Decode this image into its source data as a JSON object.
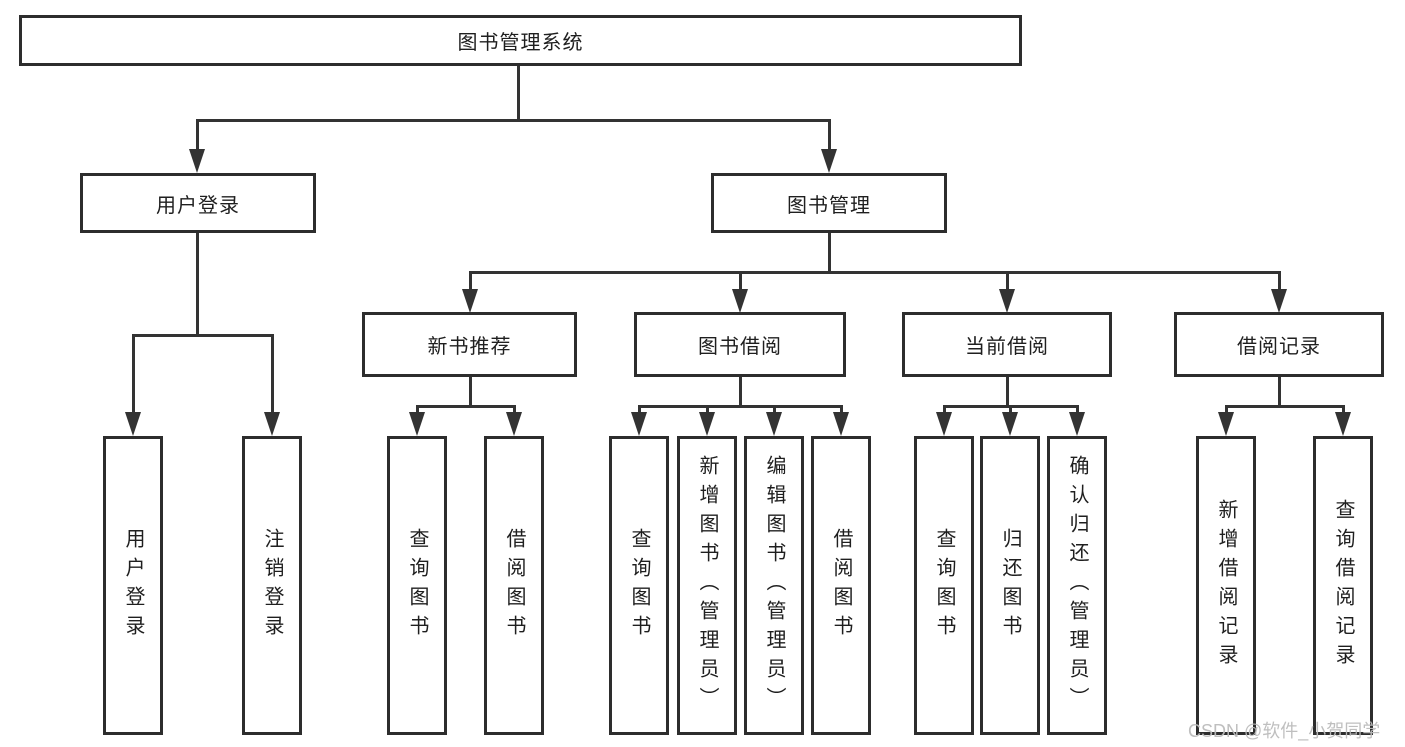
{
  "diagram": {
    "root": {
      "label": "图书管理系统"
    },
    "level2": [
      {
        "label": "用户登录"
      },
      {
        "label": "图书管理"
      }
    ],
    "level3": [
      {
        "label": "新书推荐",
        "parent": "图书管理"
      },
      {
        "label": "图书借阅",
        "parent": "图书管理"
      },
      {
        "label": "当前借阅",
        "parent": "图书管理"
      },
      {
        "label": "借阅记录",
        "parent": "图书管理"
      }
    ],
    "leaves": [
      {
        "label": "用户登录",
        "parent": "用户登录"
      },
      {
        "label": "注销登录",
        "parent": "用户登录"
      },
      {
        "label": "查询图书",
        "parent": "新书推荐"
      },
      {
        "label": "借阅图书",
        "parent": "新书推荐"
      },
      {
        "label": "查询图书",
        "parent": "图书借阅"
      },
      {
        "label": "新增图书（管理员）",
        "parent": "图书借阅"
      },
      {
        "label": "编辑图书（管理员）",
        "parent": "图书借阅"
      },
      {
        "label": "借阅图书",
        "parent": "图书借阅"
      },
      {
        "label": "查询图书",
        "parent": "当前借阅"
      },
      {
        "label": "归还图书",
        "parent": "当前借阅"
      },
      {
        "label": "确认归还（管理员）",
        "parent": "当前借阅"
      },
      {
        "label": "新增借阅记录",
        "parent": "借阅记录"
      },
      {
        "label": "查询借阅记录",
        "parent": "借阅记录"
      }
    ],
    "watermark": "CSDN @软件_小贺同学",
    "colors": {
      "line": "#333333",
      "box_border": "#2d2d2d",
      "text": "#1f1f1f",
      "watermark": "#bcbcbc",
      "background": "#ffffff"
    }
  }
}
